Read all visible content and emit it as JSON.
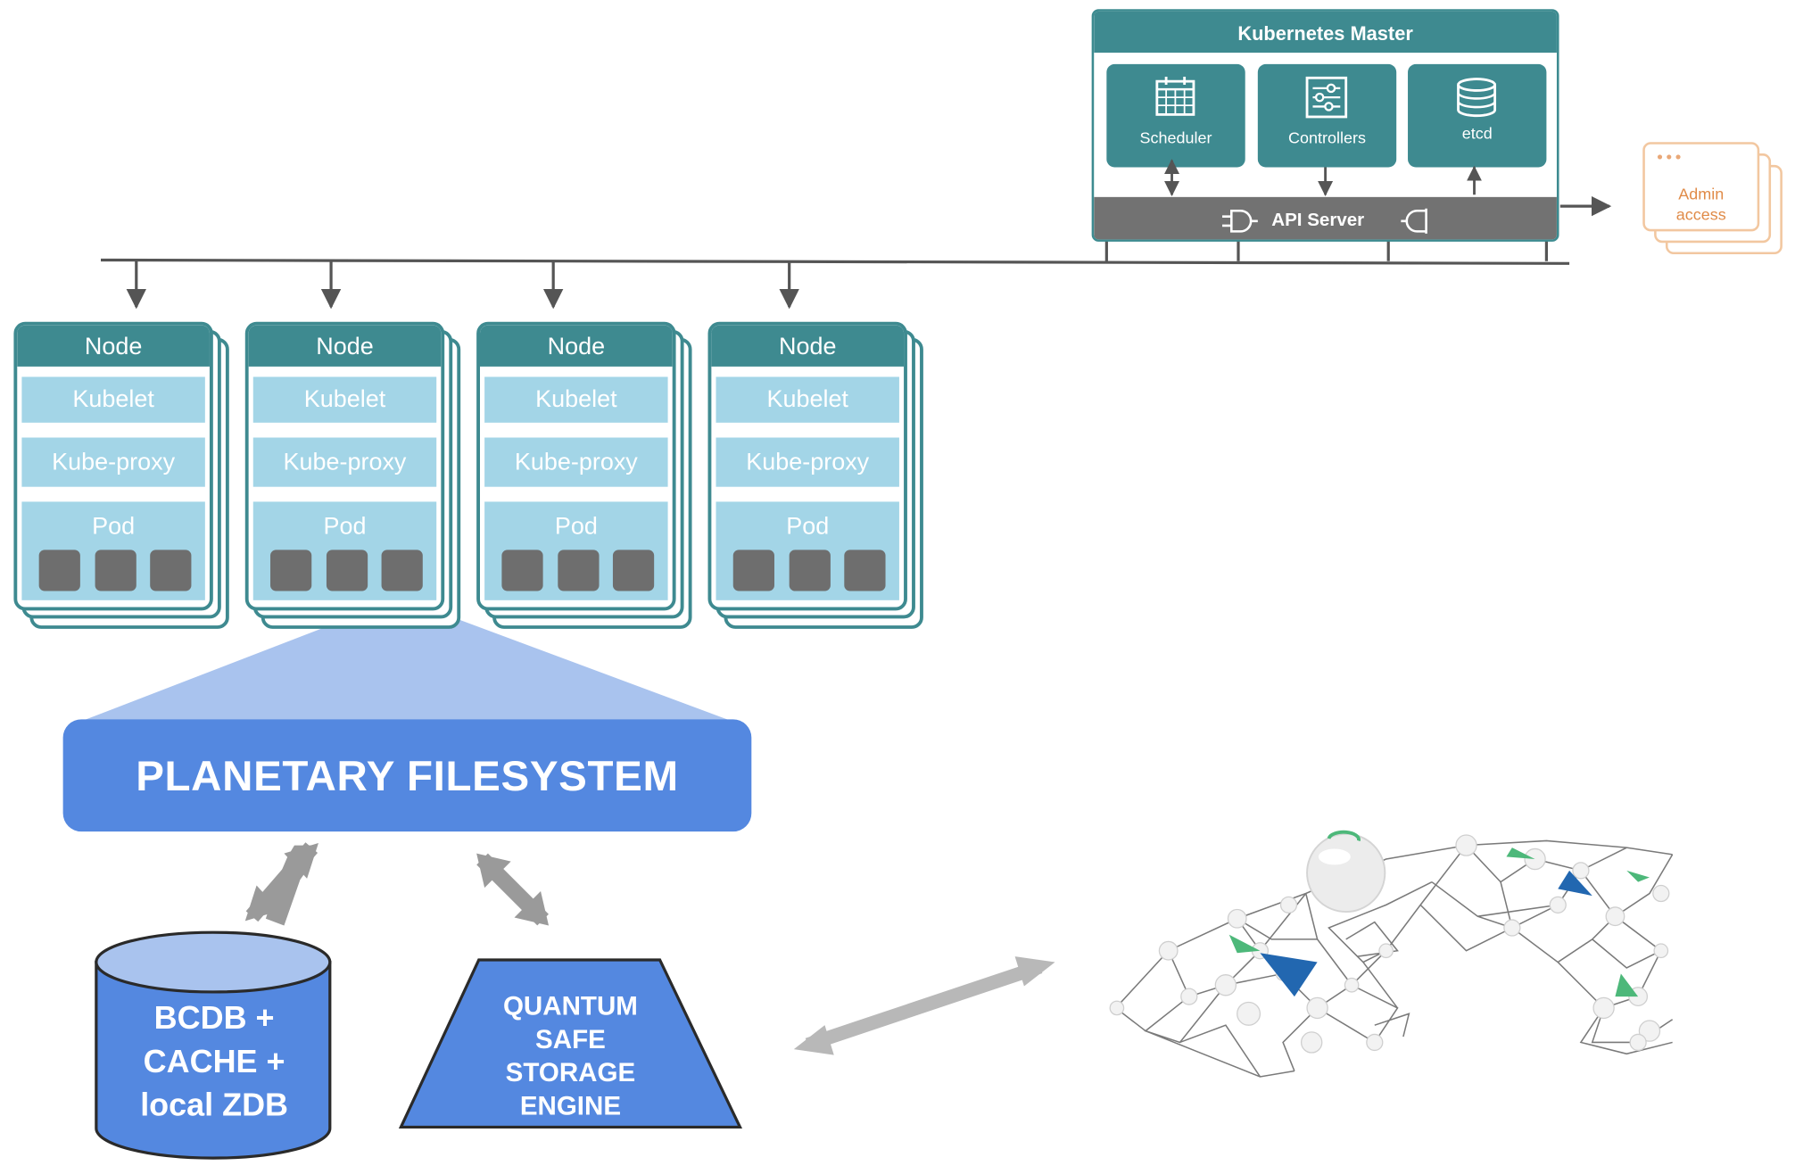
{
  "master": {
    "title": "Kubernetes Master",
    "components": [
      {
        "label": "Scheduler",
        "icon": "calendar-icon"
      },
      {
        "label": "Controllers",
        "icon": "sliders-icon"
      },
      {
        "label": "etcd",
        "icon": "database-icon"
      }
    ],
    "api_server": "API Server"
  },
  "admin": {
    "line1": "Admin",
    "line2": "access"
  },
  "nodes": [
    {
      "title": "Node",
      "kubelet": "Kubelet",
      "proxy": "Kube-proxy",
      "pod": "Pod"
    },
    {
      "title": "Node",
      "kubelet": "Kubelet",
      "proxy": "Kube-proxy",
      "pod": "Pod"
    },
    {
      "title": "Node",
      "kubelet": "Kubelet",
      "proxy": "Kube-proxy",
      "pod": "Pod"
    },
    {
      "title": "Node",
      "kubelet": "Kubelet",
      "proxy": "Kube-proxy",
      "pod": "Pod"
    }
  ],
  "filesystem": {
    "label": "PLANETARY FILESYSTEM"
  },
  "database": {
    "line1": "BCDB +",
    "line2": "CACHE +",
    "line3": "local ZDB"
  },
  "quantum": {
    "line1": "QUANTUM",
    "line2": "SAFE",
    "line3": "STORAGE",
    "line4": "ENGINE"
  },
  "colors": {
    "teal": "#3e8a90",
    "light_blue": "#a3d5e7",
    "blue": "#5488e0",
    "pale_blue": "#a9c3ee",
    "gray": "#727272",
    "orange": "#e08b48"
  }
}
